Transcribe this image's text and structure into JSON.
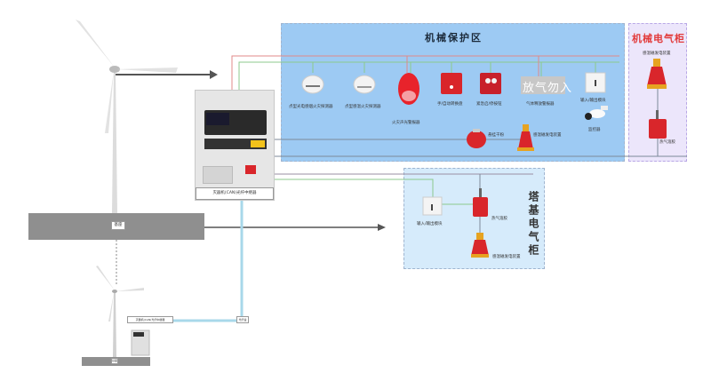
{
  "zones": {
    "mechanical": {
      "title": "机械保护区",
      "color": "#9dcaf3"
    },
    "mech_cabinet": {
      "title": "机械电气柜",
      "color": "#ece6fb",
      "title_color": "#e23b3b"
    },
    "tower_cabinet": {
      "title": "塔基电气柜",
      "color": "#d6ebfb"
    }
  },
  "devices": {
    "photo_smoke": "点型光电感烟火灾探测器",
    "heat_detector": "点型感温火灾探测器",
    "sound_light_alarm": "火灾声光警报器",
    "auto_manual_switch": "手/自动转换盘",
    "emergency_button": "紧急启/停按钮",
    "gas_release_sign": "气体释放警报器",
    "gas_release_sign_text": "放气勿入",
    "io_module": "输入/输出模块",
    "camera": "监控器",
    "hanging_extinguisher": "悬挂干粉",
    "aerosol_device": "感温磁发电装置",
    "cab_aerosol": "感温磁发电装置",
    "cab_heat_cable": "热气溶胶",
    "tower_io_module": "输入/输出模块",
    "tower_heat_cable": "热气溶胶",
    "tower_aerosol": "感温磁发电装置"
  },
  "controller": {
    "label": "灭器机(CAN)光纤中继器"
  },
  "base_label": "基座",
  "remote": {
    "controller_label": "灭器机(CAN)光纤中继器",
    "junction_label": "光纤盒",
    "base_label": "基座"
  },
  "colors": {
    "red_line": "#e08a8a",
    "green_line": "#8cc98c",
    "gray_line": "#7d8a99",
    "fiber": "#a8d8ea"
  }
}
